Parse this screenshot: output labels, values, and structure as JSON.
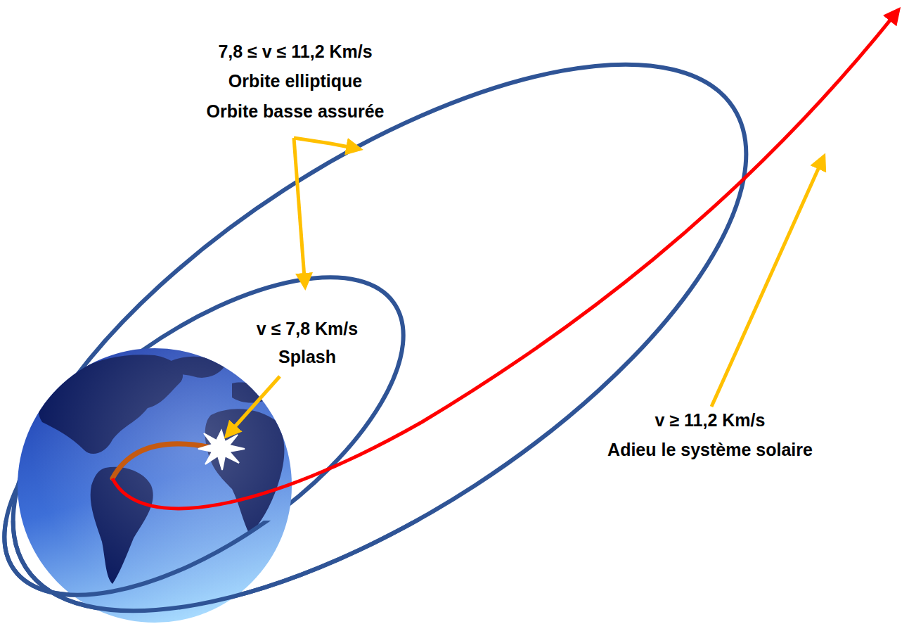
{
  "diagram": {
    "labels": [
      "7,8 ≤ v ≤ 11,2 Km/s",
      "Orbite elliptique",
      "Orbite basse assurée",
      "v ≤ 7,8 Km/s",
      "Splash",
      "v ≥ 11,2 Km/s",
      "Adieu le système solaire"
    ]
  }
}
